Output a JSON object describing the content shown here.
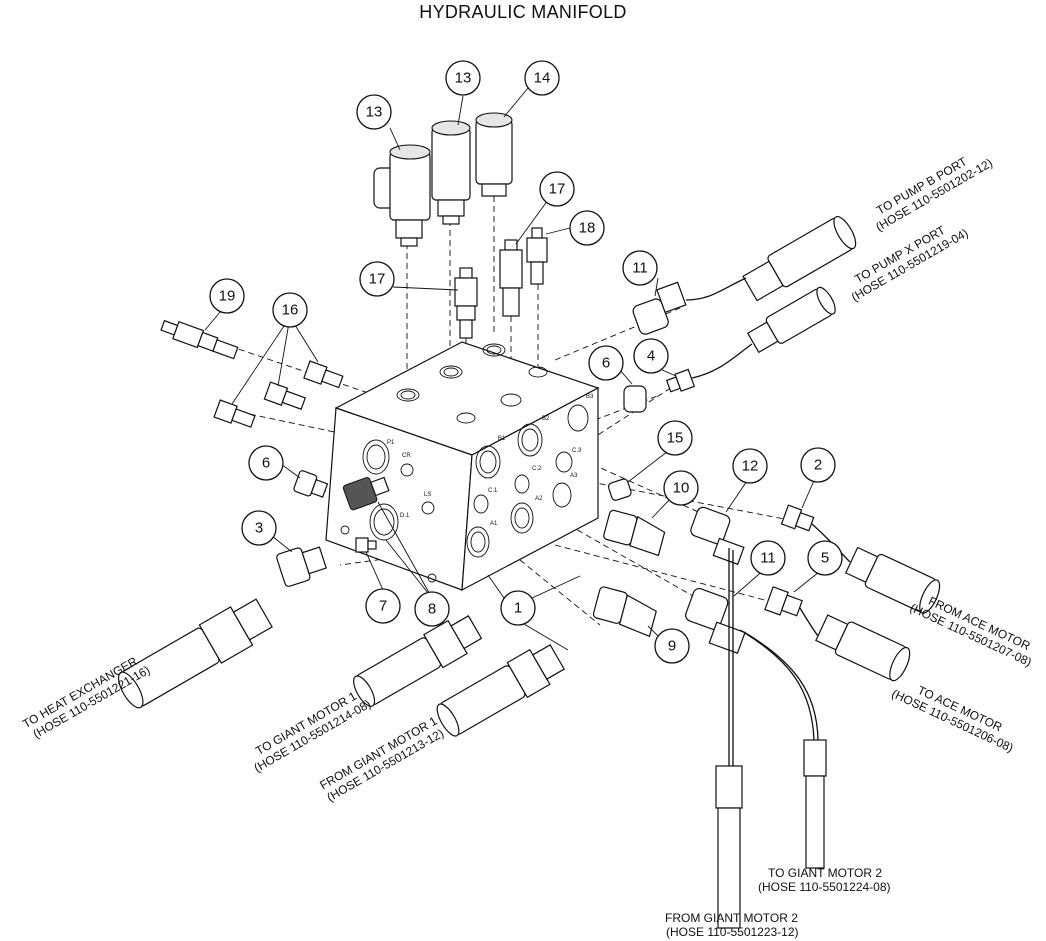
{
  "title": "HYDRAULIC MANIFOLD",
  "callouts": [
    {
      "id": "c13a",
      "num": "13"
    },
    {
      "id": "c13b",
      "num": "13"
    },
    {
      "id": "c14",
      "num": "14"
    },
    {
      "id": "c17a",
      "num": "17"
    },
    {
      "id": "c17b",
      "num": "17"
    },
    {
      "id": "c18",
      "num": "18"
    },
    {
      "id": "c11a",
      "num": "11"
    },
    {
      "id": "c19",
      "num": "19"
    },
    {
      "id": "c16",
      "num": "16"
    },
    {
      "id": "c6a",
      "num": "6"
    },
    {
      "id": "c4",
      "num": "4"
    },
    {
      "id": "c6b",
      "num": "6"
    },
    {
      "id": "c15",
      "num": "15"
    },
    {
      "id": "c3",
      "num": "3"
    },
    {
      "id": "c12",
      "num": "12"
    },
    {
      "id": "c2",
      "num": "2"
    },
    {
      "id": "c10",
      "num": "10"
    },
    {
      "id": "c11b",
      "num": "11"
    },
    {
      "id": "c5",
      "num": "5"
    },
    {
      "id": "c7",
      "num": "7"
    },
    {
      "id": "c8",
      "num": "8"
    },
    {
      "id": "c1",
      "num": "1"
    },
    {
      "id": "c9",
      "num": "9"
    }
  ],
  "hose_labels": {
    "pump_b": {
      "l1": "TO PUMP B PORT",
      "l2": "(HOSE 110-5501202-12)"
    },
    "pump_x": {
      "l1": "TO PUMP X PORT",
      "l2": "(HOSE 110-5501219-04)"
    },
    "from_ace": {
      "l1": "FROM ACE MOTOR",
      "l2": "(HOSE 110-5501207-08)"
    },
    "to_ace": {
      "l1": "TO ACE MOTOR",
      "l2": "(HOSE 110-5501206-08)"
    },
    "heat_exchanger": {
      "l1": "TO HEAT EXCHANGER",
      "l2": "(HOSE 110-5501221-16)"
    },
    "to_giant_1": {
      "l1": "TO GIANT MOTOR 1",
      "l2": "(HOSE 110-5501214-08)"
    },
    "from_giant_1": {
      "l1": "FROM GIANT MOTOR 1",
      "l2": "(HOSE 110-5501213-12)"
    },
    "to_giant_2": {
      "l1": "TO GIANT MOTOR 2",
      "l2": "(HOSE 110-5501224-08)"
    },
    "from_giant_2": {
      "l1": "FROM GIANT MOTOR 2",
      "l2": "(HOSE 110-5501223-12)"
    }
  },
  "block_port_labels": {
    "p1": "P1",
    "cr": "CR",
    "ls": "LS",
    "b1": "B1",
    "b2": "B2",
    "b3": "B3",
    "a1": "A1",
    "a2": "A2",
    "a3": "A3",
    "c1": "C.1",
    "c2": "C.2",
    "c3": "C.3",
    "d1": "D.1"
  }
}
